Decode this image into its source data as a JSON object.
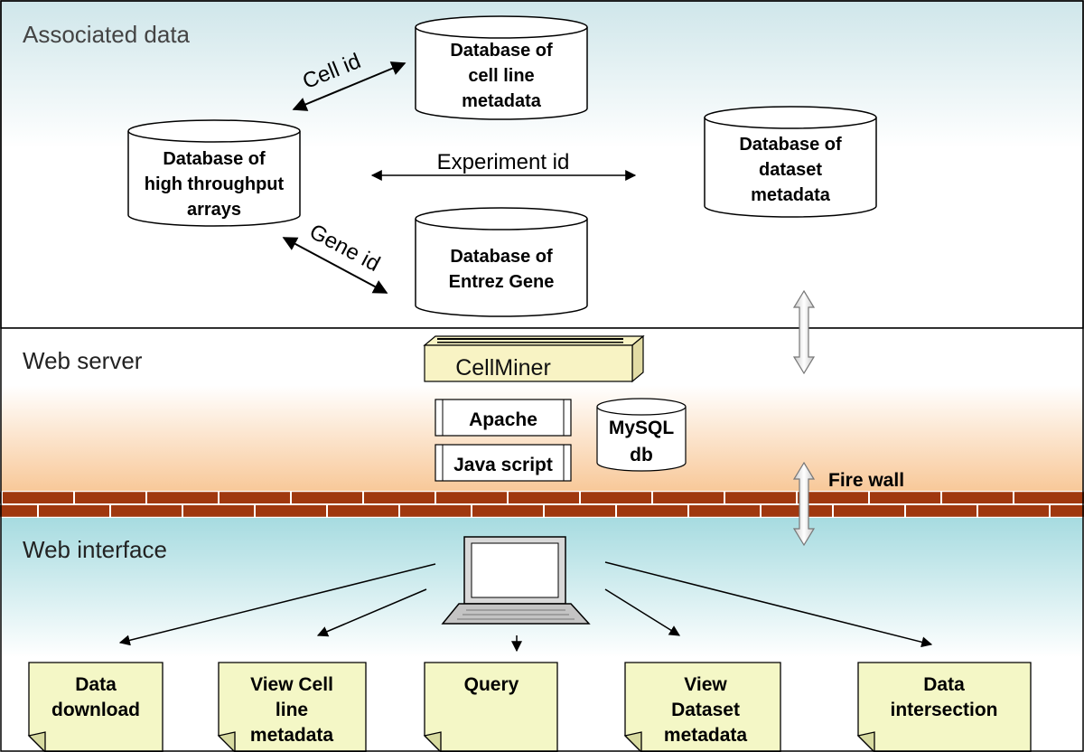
{
  "zones": {
    "associated": "Associated data",
    "server": "Web server",
    "interface": "Web interface"
  },
  "databases": {
    "cell_line": [
      "Database of",
      "cell line",
      "metadata"
    ],
    "arrays": [
      "Database of",
      "high throughput",
      "arrays"
    ],
    "dataset": [
      "Database of",
      "dataset",
      "metadata"
    ],
    "entrez": [
      "Database of",
      "Entrez Gene"
    ]
  },
  "edges": {
    "cell_id": "Cell id",
    "experiment_id": "Experiment id",
    "gene_id": "Gene id"
  },
  "server": {
    "cellminer": "CellMiner",
    "apache": "Apache",
    "javascript": "Java script",
    "mysql": [
      "MySQL",
      "db"
    ]
  },
  "firewall": "Fire wall",
  "interface_items": {
    "data_download": [
      "Data",
      "download"
    ],
    "view_cell_line": [
      "View Cell",
      "line",
      "metadata"
    ],
    "query": [
      "Query"
    ],
    "view_dataset": [
      "View",
      "Dataset",
      "metadata"
    ],
    "data_intersection": [
      "Data",
      "intersection"
    ]
  },
  "colors": {
    "brick": "#a0380f",
    "mortar": "#ffffff",
    "note_fill": "#f4f7c6",
    "server_box_fill": "#f8f3c4",
    "sky_top": "#ffffff",
    "sky_bottom": "#cfe6ea",
    "peach": "#f8c898",
    "teal": "#a6dbe0"
  },
  "icons": {
    "laptop": "laptop-icon"
  }
}
